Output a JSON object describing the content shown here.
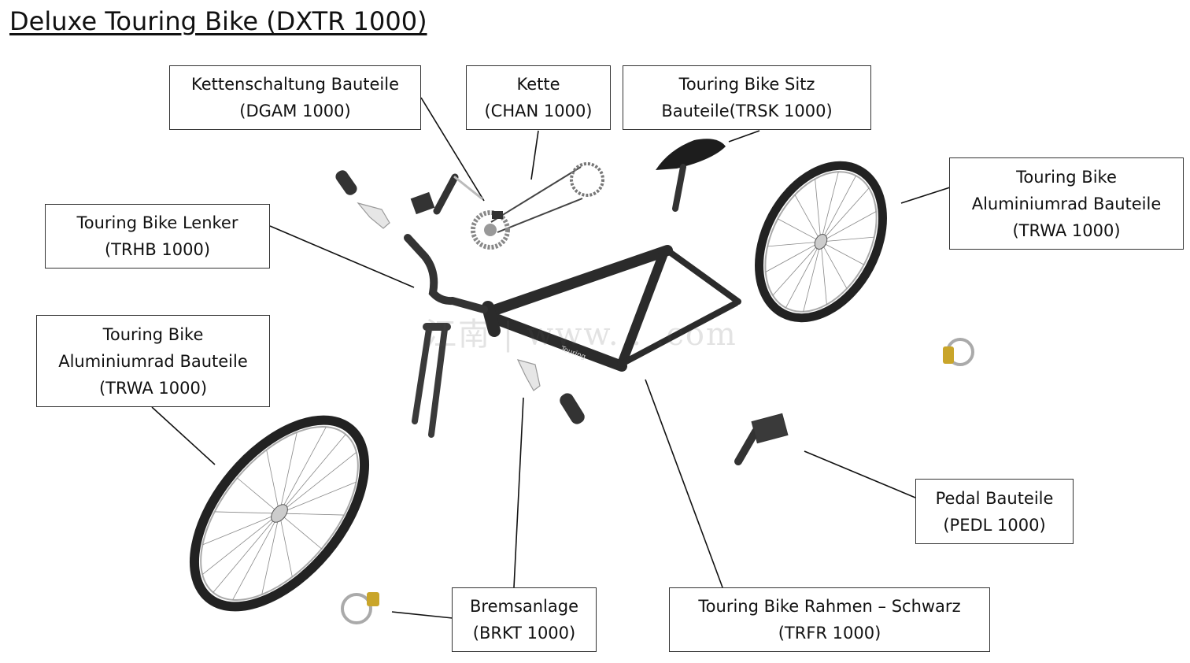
{
  "title": "Deluxe Touring Bike (DXTR 1000)",
  "watermark": "江南 | www. . .com",
  "frame_decal": "Touring",
  "labels": [
    {
      "id": "derailleur",
      "line1": "Kettenschaltung Bauteile",
      "line2": "(DGAM 1000)"
    },
    {
      "id": "chain",
      "line1": "Kette",
      "line2": "(CHAN 1000)"
    },
    {
      "id": "seat",
      "line1": "Touring Bike Sitz",
      "line2": "Bauteile(TRSK 1000)"
    },
    {
      "id": "rear-wheel",
      "line1": "Touring Bike",
      "line2": "Aluminiumrad Bauteile",
      "line3": "(TRWA 1000)"
    },
    {
      "id": "handlebar",
      "line1": "Touring Bike Lenker",
      "line2": "(TRHB 1000)"
    },
    {
      "id": "front-wheel",
      "line1": "Touring Bike",
      "line2": "Aluminiumrad Bauteile",
      "line3": "(TRWA 1000)"
    },
    {
      "id": "pedal",
      "line1": "Pedal Bauteile",
      "line2": "(PEDL 1000)"
    },
    {
      "id": "brakes",
      "line1": "Bremsanlage",
      "line2": "(BRKT 1000)"
    },
    {
      "id": "frame",
      "line1": "Touring Bike Rahmen – Schwarz",
      "line2": "(TRFR 1000)"
    }
  ]
}
